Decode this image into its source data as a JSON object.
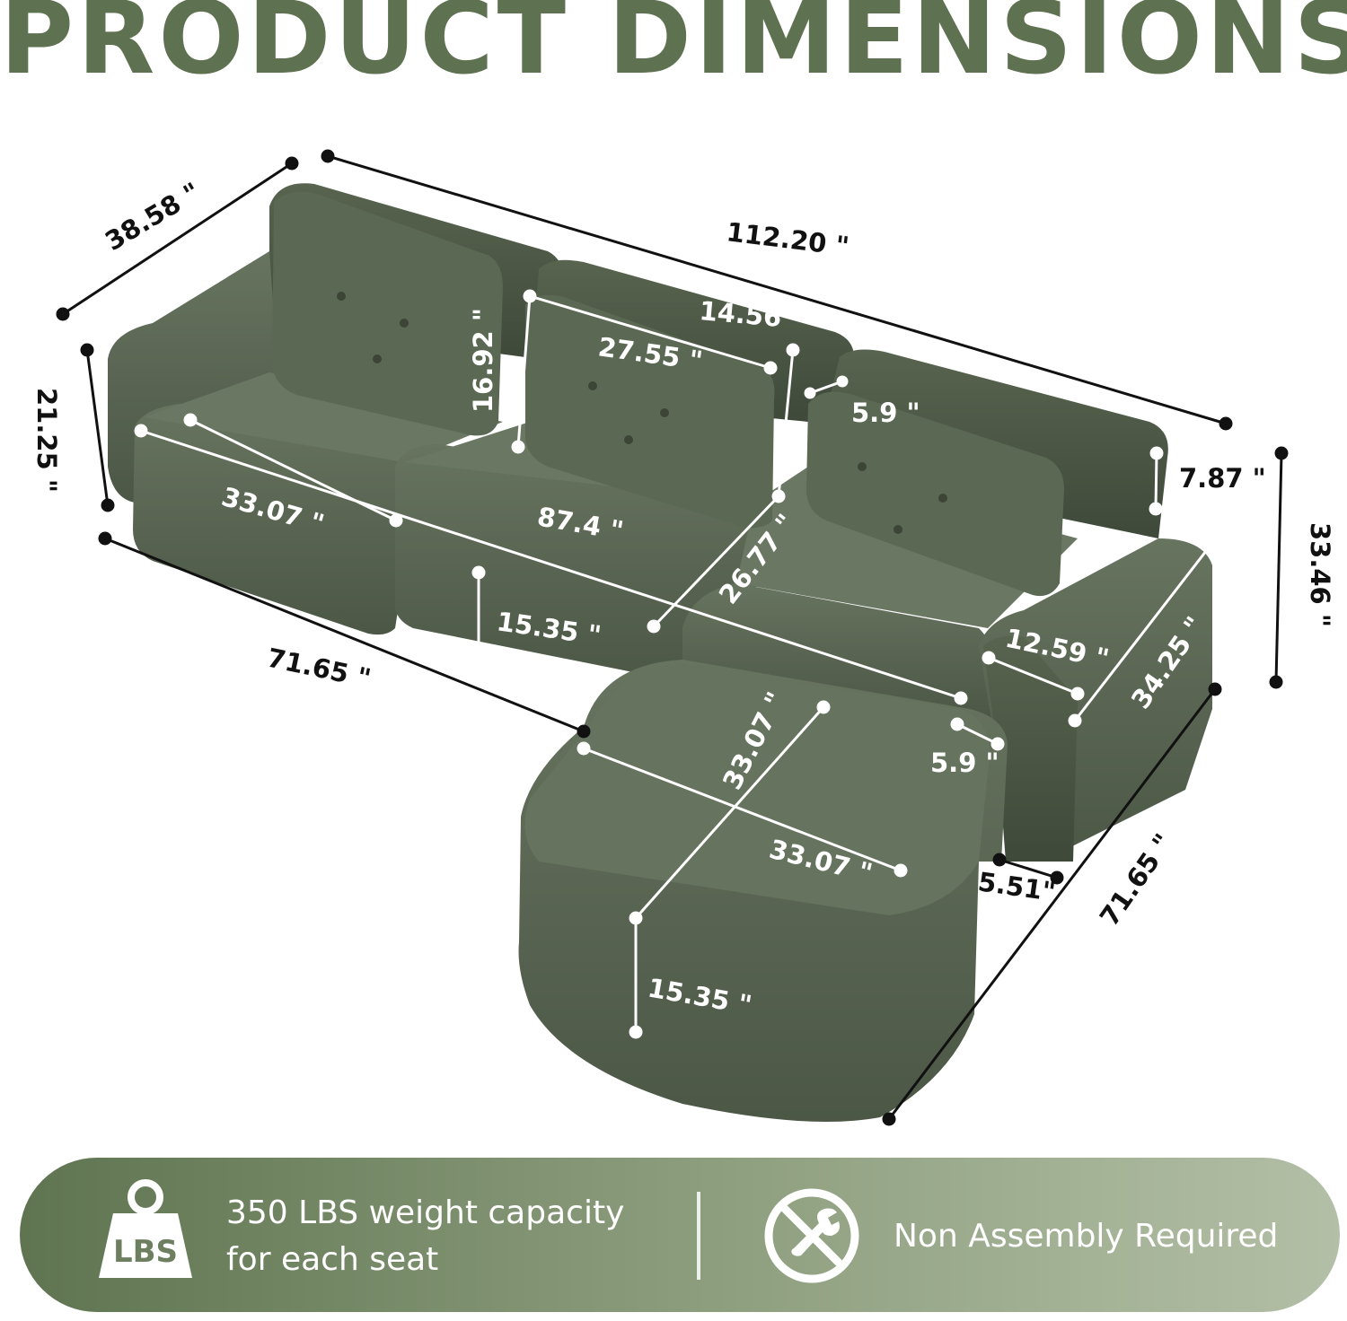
{
  "title": "PRODUCT DIMENSIONS",
  "dimensions": {
    "overall_depth": "38.58 \"",
    "overall_width": "112.20 \"",
    "back_height": "21.25 \"",
    "cushion_height": "16.92 \"",
    "cushion_width": "27.55 \"",
    "cushion_gap": "14.56 \"",
    "back_thickness": "5.9 \"",
    "arm_height_above_seat": "7.87 \"",
    "total_height": "33.46 \"",
    "seat_width": "33.07 \"",
    "seat_span": "87.4 \"",
    "seat_depth": "26.77 \"",
    "seat_height": "15.35 \"",
    "left_length": "71.65 \"",
    "arm_width": "12.59 \"",
    "arm_length": "34.25 \"",
    "ottoman_depth": "33.07 \"",
    "ottoman_width": "33.07 \"",
    "ottoman_gap": "5.9 \"",
    "ottoman_offset": "5.51\"",
    "right_length": "71.65 \"",
    "ottoman_height": "15.35 \""
  },
  "banner": {
    "weight_icon_label": "LBS",
    "weight_line1": "350 LBS weight capacity",
    "weight_line2": "for each seat",
    "assembly_text": "Non Assembly Required"
  },
  "icons": {
    "weight": "weight-icon",
    "no_tools": "no-tools-icon"
  },
  "colors": {
    "title": "#5e7150",
    "fabric": "#596651",
    "banner_start": "#5f7451",
    "banner_end": "#b3bfa6"
  }
}
